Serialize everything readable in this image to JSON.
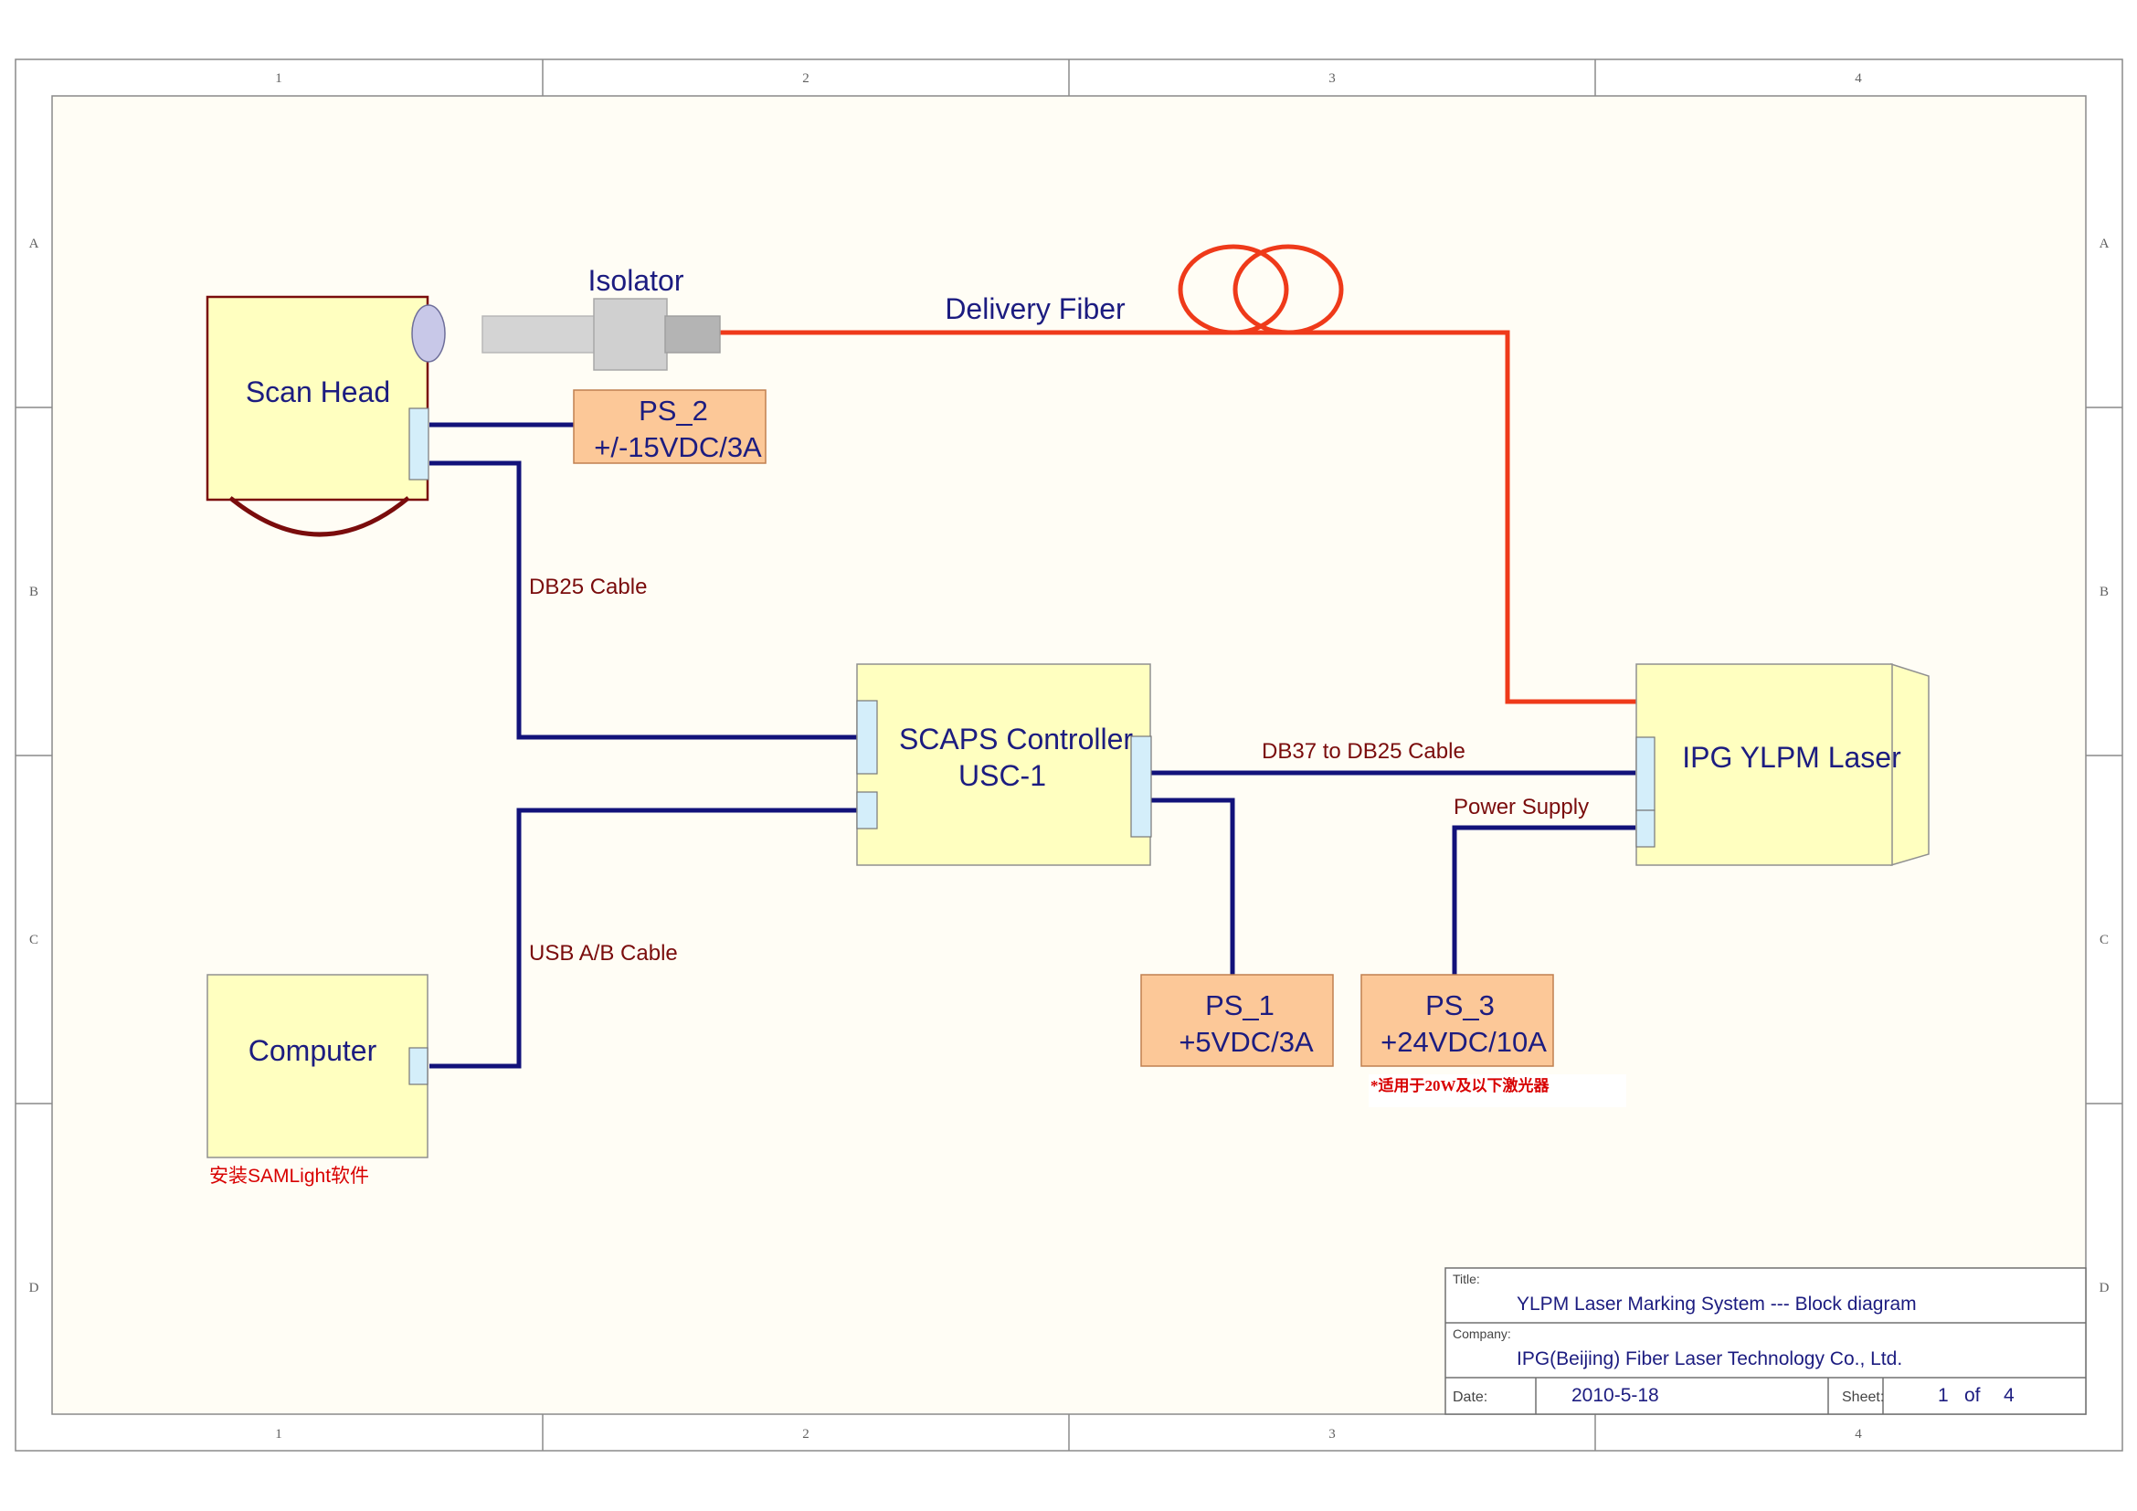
{
  "frame": {
    "columns": [
      "1",
      "2",
      "3",
      "4"
    ],
    "rows": [
      "A",
      "B",
      "C",
      "D"
    ]
  },
  "components": {
    "scan_head": "Scan Head",
    "isolator": "Isolator",
    "delivery_fiber": "Delivery Fiber",
    "ps2": {
      "name": "PS_2",
      "spec": "+/-15VDC/3A"
    },
    "controller": {
      "name": "SCAPS Controller",
      "model": "USC-1"
    },
    "laser": "IPG YLPM Laser",
    "computer": "Computer",
    "computer_note": "安装SAMLight软件",
    "ps1": {
      "name": "PS_1",
      "spec": "+5VDC/3A"
    },
    "ps3": {
      "name": "PS_3",
      "spec": "+24VDC/10A"
    },
    "ps3_note": "*适用于20W及以下激光器"
  },
  "cables": {
    "db25": "DB25 Cable",
    "usb": "USB A/B Cable",
    "db37": "DB37 to DB25 Cable",
    "power": "Power Supply"
  },
  "title_block": {
    "title_label": "Title:",
    "title": "YLPM Laser Marking System --- Block diagram",
    "company_label": "Company:",
    "company": "IPG(Beijing) Fiber Laser Technology Co., Ltd.",
    "date_label": "Date:",
    "date": "2010-5-18",
    "sheet_label": "Sheet:",
    "sheet_num": "1",
    "sheet_of": "of",
    "sheet_total": "4"
  },
  "colors": {
    "fiber": "#ef3a1a",
    "cable": "#12127a",
    "box_fill": "#ffffc0",
    "ps_fill": "#fcc898",
    "label_blue": "#1c1c80",
    "label_red": "#7a0c0c",
    "note_red": "#d80000"
  }
}
